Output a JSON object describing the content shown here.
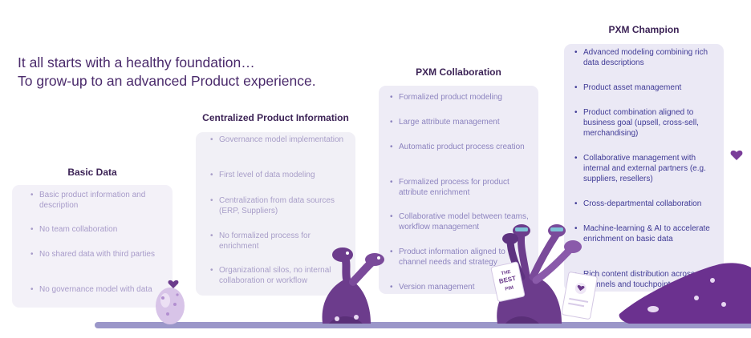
{
  "headline": {
    "line1": "It all starts with a healthy foundation…",
    "line2": "To grow-up to an advanced Product experience."
  },
  "stages": [
    {
      "title": "Basic Data",
      "items": [
        "Basic product information and description",
        "No team collaboration",
        "No shared data with third parties",
        "No governance model with data"
      ]
    },
    {
      "title": "Centralized Product Information",
      "items": [
        "Governance model implementation",
        "First level of data modeling",
        "Centralization from data sources (ERP, Suppliers)",
        "No formalized process for enrichment",
        "Organizational silos, no internal collaboration or workflow"
      ]
    },
    {
      "title": "PXM Collaboration",
      "items": [
        "Formalized product modeling",
        "Large attribute management",
        "Automatic product process creation",
        "Formalized process for product attribute enrichment",
        "Collaborative model between teams, workflow management",
        "Product information aligned to channel needs and strategy",
        "Version management"
      ]
    },
    {
      "title": "PXM Champion",
      "items": [
        "Advanced modeling combining rich data descriptions",
        "Product asset management",
        "Product combination aligned to business goal (upsell, cross-sell, merchandising)",
        "Collaborative management with internal and external partners (e.g. suppliers, resellers)",
        "Cross-departmental collaboration",
        "Machine-learning & AI to accelerate enrichment on basic data",
        "Rich content distribution across all channels and touchpoints"
      ]
    }
  ],
  "sign": {
    "line1": "THE",
    "line2": "BEST",
    "line3": "PIM"
  },
  "colors": {
    "purple_dark": "#4a2a6b",
    "purple_mascot": "#6c3c8c",
    "ground": "#9b97c9",
    "champion_text": "#3f3a95"
  }
}
